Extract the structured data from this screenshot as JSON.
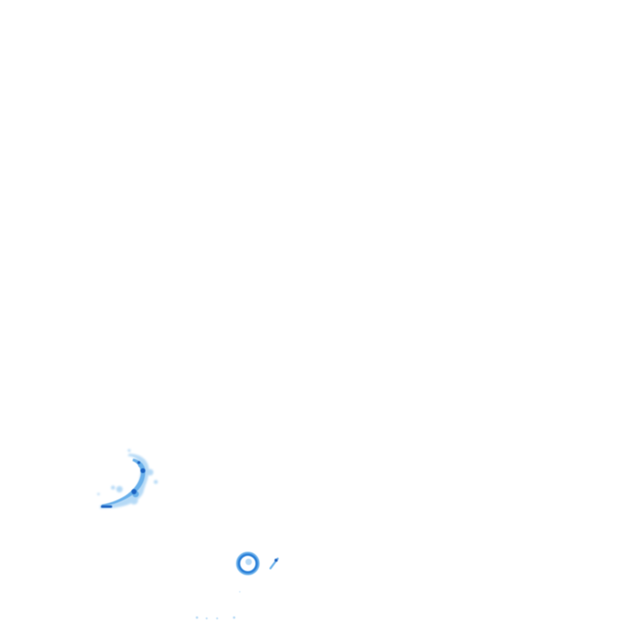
{
  "map": {
    "layer": "rain-radar-overlay",
    "colors": {
      "background": "#ffffff",
      "light_rain": "#aad4f5",
      "moderate_rain": "#6ab0ea",
      "heavy_rain": "#2a80d8",
      "very_heavy_rain": "#1c63c2"
    },
    "echoes": [
      {
        "id": "hook-echo",
        "intensity": "moderate"
      },
      {
        "id": "ring-cell",
        "intensity": "heavy"
      },
      {
        "id": "small-streak",
        "intensity": "heavy"
      },
      {
        "id": "bottom-speckles",
        "intensity": "light"
      }
    ]
  }
}
